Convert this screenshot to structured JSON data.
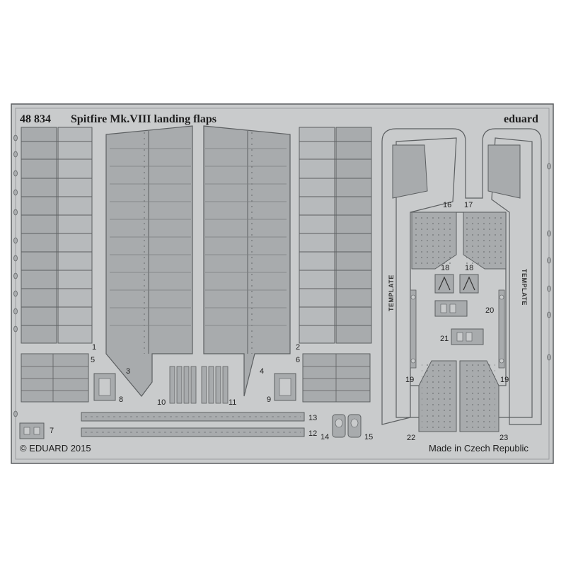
{
  "sheet": {
    "product_number": "48 834",
    "product_name": "Spitfire Mk.VIII landing flaps",
    "brand": "eduard",
    "copyright": "© EDUARD 2015",
    "origin": "Made in Czech Republic",
    "template_label": "TEMPLATE"
  },
  "part_numbers": [
    "1",
    "2",
    "3",
    "4",
    "5",
    "6",
    "7",
    "8",
    "9",
    "10",
    "11",
    "12",
    "13",
    "14",
    "15",
    "16",
    "17",
    "18",
    "18",
    "19",
    "19",
    "20",
    "21",
    "22",
    "23"
  ],
  "colors": {
    "fret_metal": "#c9cbcc",
    "part_fill": "#a8abad",
    "outline": "#5c5f61",
    "text": "#1e1e1e"
  }
}
